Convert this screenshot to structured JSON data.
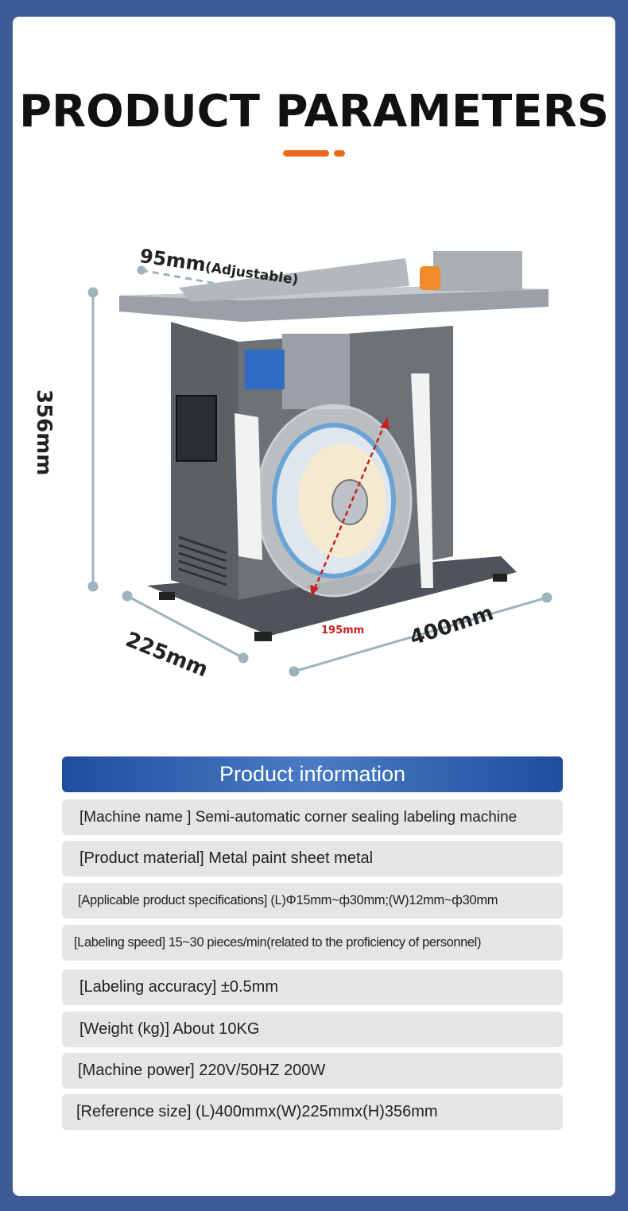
{
  "title": "PRODUCT PARAMETERS",
  "colors": {
    "accent": "#ea6a1a",
    "header_blue": "#1d4f9e",
    "row_bg": "#e5e5e5",
    "frame": "#3d5a94"
  },
  "dimensions": {
    "height": "356mm",
    "width": "225mm",
    "length": "400mm",
    "top_width": "95mm",
    "top_width_note": "(Adjustable)",
    "roll_diameter": "195mm"
  },
  "info": {
    "header": "Product information",
    "rows": [
      "[Machine name ] Semi-automatic corner sealing labeling machine",
      "[Product material] Metal paint sheet metal",
      "[Applicable product specifications]  (L)Φ15mm~ф30mm;(W)12mm~ф30mm",
      "[Labeling speed] 15~30 pieces/min(related to the proficiency of personnel)",
      "[Labeling accuracy] ±0.5mm",
      "[Weight (kg)] About 10KG",
      "[Machine power] 220V/50HZ 200W",
      "[Reference size] (L)400mmx(W)225mmx(H)356mm"
    ]
  }
}
